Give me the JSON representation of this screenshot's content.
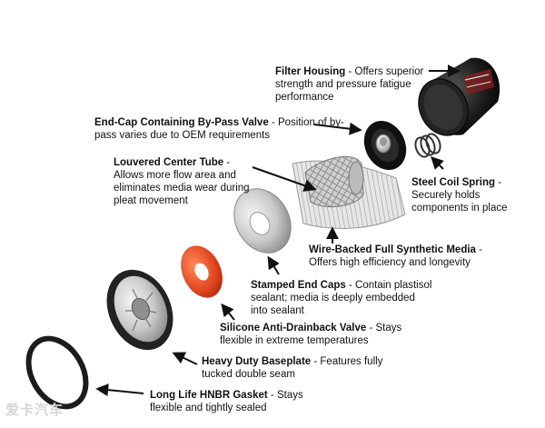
{
  "labels": [
    {
      "id": "filter-housing",
      "title": "Filter Housing",
      "desc": "Offers superior strength and pressure fatigue performance"
    },
    {
      "id": "end-cap",
      "title": "End-Cap Containing By-Pass Valve",
      "desc": "Position of by-pass varies due to OEM requirements"
    },
    {
      "id": "center-tube",
      "title": "Louvered Center Tube",
      "desc": "Allows more flow area and eliminates media wear during pleat movement"
    },
    {
      "id": "steel-spring",
      "title": "Steel Coil Spring",
      "desc": "Securely holds components in place"
    },
    {
      "id": "media",
      "title": "Wire-Backed Full Synthetic Media",
      "desc": "Offers high efficiency and longevity"
    },
    {
      "id": "stamped-caps",
      "title": "Stamped End Caps",
      "desc": "Contain plastisol sealant; media is deeply embedded into sealant"
    },
    {
      "id": "drainback",
      "title": "Silicone Anti-Drainback Valve",
      "desc": "Stays flexible in extreme temperatures"
    },
    {
      "id": "baseplate",
      "title": "Heavy Duty Baseplate",
      "desc": "Features fully tucked double seam"
    },
    {
      "id": "gasket",
      "title": "Long Life HNBR Gasket",
      "desc": "Stays flexible and tightly sealed"
    }
  ],
  "watermark": "爱卡汽车",
  "colors": {
    "housing": "#1a1a1a",
    "drainback": "#e0502a",
    "metal": "#b8b8b8",
    "text": "#111111"
  }
}
